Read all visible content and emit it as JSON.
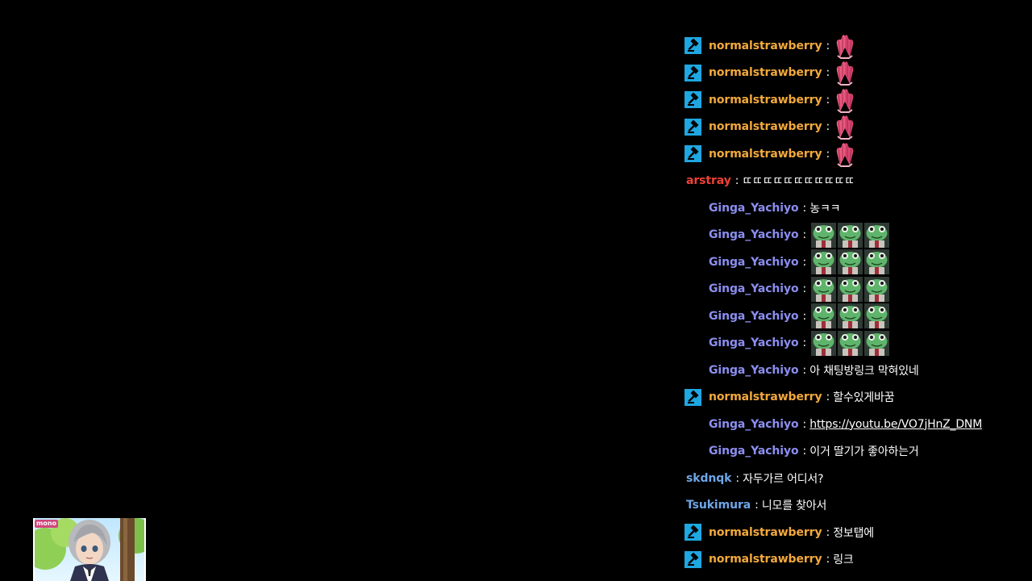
{
  "colors": {
    "background": "#000000",
    "moderator_badge": "#1fa7e1",
    "user_colors": {
      "normalstrawberry": "#f3a93c",
      "arstray": "#ef4136",
      "Ginga_Yachiyo": "#8c8ef0",
      "skdnqk": "#6fa6e8",
      "Tsukimura": "#6fa6e8"
    },
    "message_text": "#ffffff"
  },
  "separator": ":",
  "chat": {
    "messages": [
      {
        "user": "normalstrawberry",
        "badge": "hammer-icon",
        "emote": "praying-hands-emote"
      },
      {
        "user": "normalstrawberry",
        "badge": "hammer-icon",
        "emote": "praying-hands-emote"
      },
      {
        "user": "normalstrawberry",
        "badge": "hammer-icon",
        "emote": "praying-hands-emote"
      },
      {
        "user": "normalstrawberry",
        "badge": "hammer-icon",
        "emote": "praying-hands-emote"
      },
      {
        "user": "normalstrawberry",
        "badge": "hammer-icon",
        "emote": "praying-hands-emote"
      },
      {
        "user": "arstray",
        "text": "ㄸㄸㄸㄸㄸㄸㄸㄸㄸㄸㄸ"
      },
      {
        "user": "Ginga_Yachiyo",
        "text": "농ㅋㅋ"
      },
      {
        "user": "Ginga_Yachiyo",
        "emote": "green-frog-emote",
        "emote_count": 3
      },
      {
        "user": "Ginga_Yachiyo",
        "emote": "green-frog-emote",
        "emote_count": 3
      },
      {
        "user": "Ginga_Yachiyo",
        "emote": "green-frog-emote",
        "emote_count": 3
      },
      {
        "user": "Ginga_Yachiyo",
        "emote": "green-frog-emote",
        "emote_count": 3
      },
      {
        "user": "Ginga_Yachiyo",
        "emote": "green-frog-emote",
        "emote_count": 3
      },
      {
        "user": "Ginga_Yachiyo",
        "text": "아 채팅방링크 막혀있네"
      },
      {
        "user": "normalstrawberry",
        "badge": "hammer-icon",
        "text": "할수있게바꿈"
      },
      {
        "user": "Ginga_Yachiyo",
        "text": "https://youtu.be/VO7jHnZ_DNM",
        "is_link": true
      },
      {
        "user": "Ginga_Yachiyo",
        "text": "이거 딸기가 좋아하는거"
      },
      {
        "user": "skdnqk",
        "text": "자두가르 어디서?"
      },
      {
        "user": "Tsukimura",
        "text": "니모를 찾아서"
      },
      {
        "user": "normalstrawberry",
        "badge": "hammer-icon",
        "text": "정보탭에"
      },
      {
        "user": "normalstrawberry",
        "badge": "hammer-icon",
        "text": "링크"
      }
    ]
  },
  "thumbnail": {
    "logo_text": "mono",
    "icon": "anime-character-thumbnail"
  }
}
